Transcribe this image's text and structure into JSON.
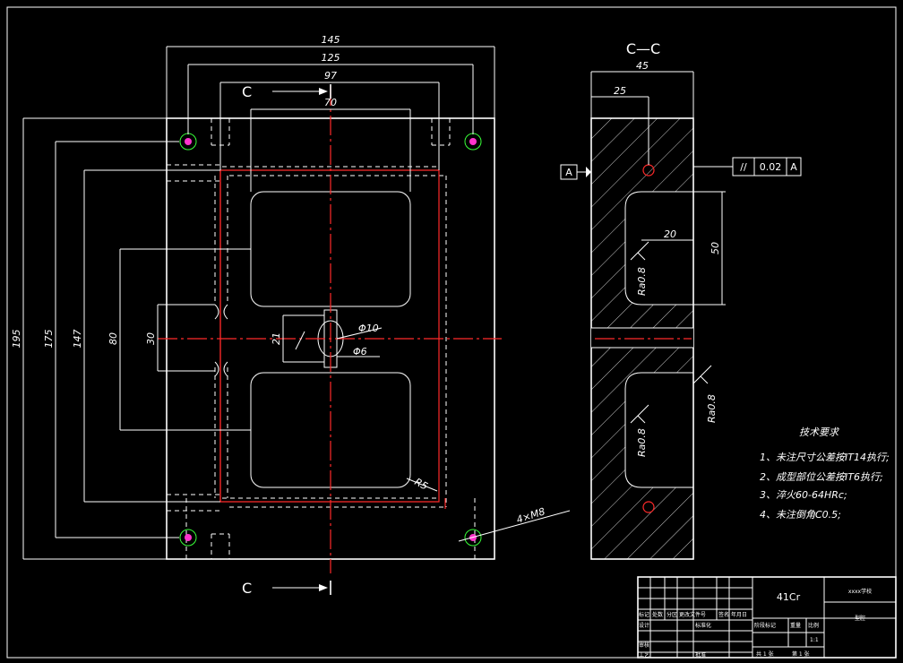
{
  "views": {
    "front": {
      "width_outer": "145",
      "hole_pitch_x": "125",
      "slot_width": "97",
      "pocket_width": "70",
      "height_outer": "195",
      "hole_pitch_y": "175",
      "slot_height": "147",
      "pocket_pitch": "80",
      "center_gap": "30",
      "gate_height": "21",
      "gate_d1": "Φ10",
      "gate_d2": "Φ6",
      "corner_radius": "R5",
      "screw_note": "4×M8",
      "section_mark": "C"
    },
    "section": {
      "title": "C—C",
      "thickness": "45",
      "hole_depth": "25",
      "pocket_depth": "20",
      "pocket_height": "50",
      "roughness": "Ra0.8",
      "datum": "A",
      "tol_symbol": "//",
      "tol_value": "0.02",
      "tol_datum": "A"
    }
  },
  "technical_requirements": {
    "title": "技术要求",
    "items": [
      "1、未注尺寸公差按IT14执行;",
      "2、成型部位公差按IT6执行;",
      "3、淬火60-64HRc;",
      "4、未注倒角C0.5;"
    ]
  },
  "title_block": {
    "material": "41Cr",
    "school": "xxxx学校",
    "part_name": "型腔",
    "h_mark": "标记",
    "h_count": "处数",
    "h_zone": "分区",
    "h_docno": "更改文件号",
    "h_sign": "签名",
    "h_date": "年月日",
    "h_design": "设计",
    "h_std": "标准化",
    "h_stage": "阶段标记",
    "h_weight": "重量",
    "h_scale": "比例",
    "scale": "1:1",
    "h_review": "审核",
    "h_process": "工艺",
    "h_approve": "批准",
    "sheets": "共 1  张",
    "sheet_no": "第 1  张"
  }
}
